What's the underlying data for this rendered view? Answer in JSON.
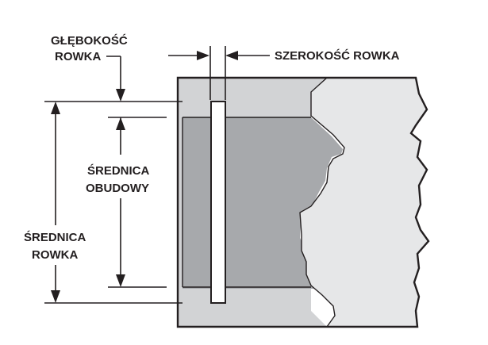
{
  "labels": {
    "groove_depth": [
      "GŁĘBOKOŚĆ",
      "ROWKA"
    ],
    "groove_width": "SZEROKOŚĆ ROWKA",
    "housing_diameter": [
      "ŚREDNICA",
      "OBUDOWY"
    ],
    "groove_diameter": [
      "ŚREDNICA",
      "ROWKA"
    ]
  },
  "colors": {
    "outline": "#231f20",
    "groove_region": "#d2d3d5",
    "bore_region": "#a7a9ac",
    "housing_body": "#e6e7e8",
    "ring": "#ffffff"
  }
}
